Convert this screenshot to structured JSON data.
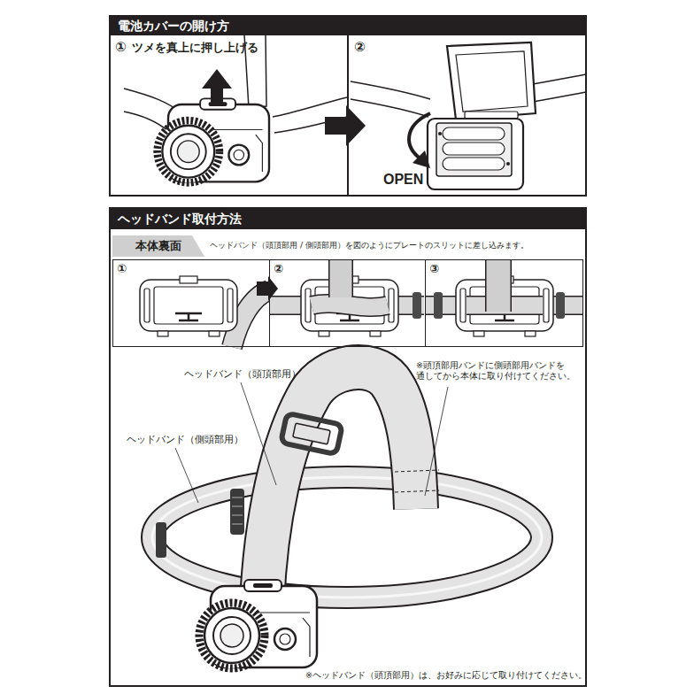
{
  "diagram": {
    "nodes": [
      {
        "text": [
          "電池カバーの開け方"
        ]
      },
      {
        "text": [
          "①",
          "ツメを真上に押し上げる"
        ],
        "in": 0
      },
      {
        "text": [
          "②"
        ],
        "in": 0
      },
      {
        "text": [
          "ヘッドバンド取付方法"
        ]
      },
      {
        "text": [
          "本体裏面"
        ],
        "in": 3
      },
      {
        "text": [
          "①"
        ],
        "in": 3
      },
      {
        "text": [
          "②"
        ],
        "in": 3
      },
      {
        "text": [
          "③"
        ],
        "in": 3
      }
    ],
    "edges": [
      {
        "from": 1,
        "to": 2,
        "arrow": "to"
      }
    ],
    "labels": [
      "OPEN",
      "ヘッドバンド（頭頂部用 / 側頭部用）を図のようにプレートのスリットに差し込みます。",
      "ヘッドバンド（頭頂部用）",
      "ヘッドバンド（側頭部用）",
      "※頭頂部用バンドに側頭部用バンドを 通してから本体に取り付けてください。",
      "※ヘッドバンド（頭頂部用）は、お好みに応じて取り付けてください。"
    ]
  }
}
